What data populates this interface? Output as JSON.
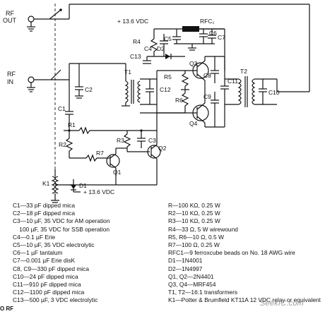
{
  "labels": {
    "rf_out": "RF",
    "out": "OUT",
    "rf_in": "RF",
    "in": "IN",
    "supply_top": "+ 13.6 VDC",
    "supply_bottom": "+ 13.6 VDC",
    "rfc1": "RFC₁",
    "c1": "C1",
    "c2": "C2",
    "c3": "C3",
    "c4": "C4",
    "c5": "C5",
    "c6": "C6",
    "c7": "C7",
    "c8": "C8",
    "c9": "C9",
    "c10": "C10",
    "c11": "C11",
    "c12": "C12",
    "c13": "C13",
    "r1": "R1",
    "r2": "R2",
    "r3": "R3",
    "r4": "R4",
    "r5": "R5",
    "r6": "R6",
    "r7": "R7",
    "d1": "D1",
    "d2": "D2",
    "q1": "Q1",
    "q2": "Q2",
    "q3": "Q3",
    "q4": "Q4",
    "t1": "T1",
    "t2": "T2",
    "k1": "K1"
  },
  "parts_left": [
    "C1—33 pF dipped mica",
    "C2—18 pF dipped mica",
    "C3—10 µF, 35 VDC for AM operation",
    "    100 µF, 35 VDC for SSB operation",
    "C4—0.1 µF Erie",
    "C5—10 µF, 35 VDC electrolytic",
    "C6—1 µF tantalum",
    "C7—0.001 µF Erie disK",
    "C8, C9—330 pF dipped mica",
    "C10—24 pF dipped mica",
    "C11—910 pF dipped mica",
    "C12—1100 pF dipped mica",
    "C13—500 µF, 3 VDC electrolytic"
  ],
  "parts_right": [
    "R—100 KΩ, 0.25 W",
    "R2—10 KΩ, 0.25 W",
    "R3—10 KΩ, 0.25 W",
    "R4—33 Ω, 5 W wirewound",
    "R5, R6—10 Ω, 0.5 W",
    "R7—100 Ω, 0.25 W",
    "RFC1—9 ferroxcube beads on No. 18 AWG wire",
    "D1—1N4001",
    "D2—1N4997",
    "Q1, Q2—2N4401",
    "Q3, Q4—MRF454",
    "T1, T2—16:1 transformers",
    "K1—Potter & Brumfield KT11A 12 VDC relay or equivalent"
  ],
  "watermark": "SeekIC.com",
  "fig_ref": "O RF"
}
